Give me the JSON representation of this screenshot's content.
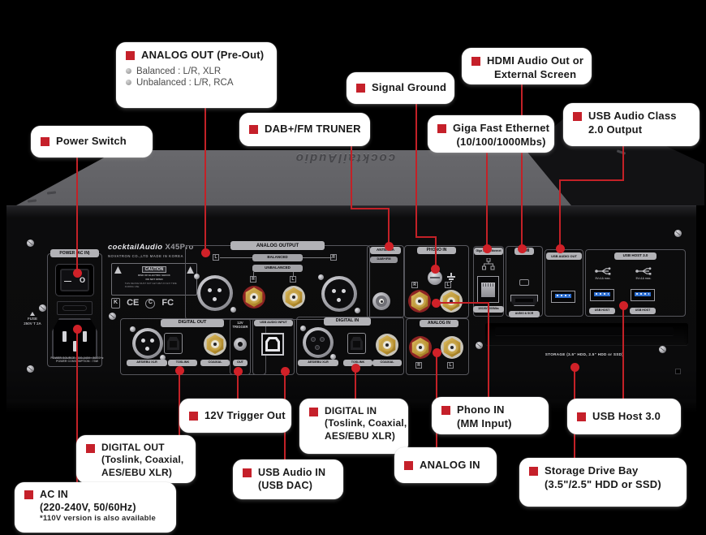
{
  "callouts": {
    "power_switch": {
      "title": "Power Switch"
    },
    "analog_out": {
      "title": "ANALOG OUT (Pre-Out)",
      "b1": "Balanced : L/R, XLR",
      "b2": "Unbalanced : L/R, RCA"
    },
    "dab_tuner": {
      "title": "DAB+/FM TRUNER"
    },
    "signal_ground": {
      "title": "Signal Ground"
    },
    "hdmi": {
      "line1": "HDMI Audio Out or",
      "line2": "External Screen"
    },
    "ethernet": {
      "line1": "Giga Fast Ethernet",
      "line2": "(10/100/1000Mbs)"
    },
    "usb_class": {
      "line1": "USB Audio Class",
      "line2": "2.0 Output"
    },
    "trigger": {
      "title": "12V Trigger Out"
    },
    "digital_out": {
      "line1": "DIGITAL OUT",
      "line2": "(Toslink, Coaxial,",
      "line3": "AES/EBU XLR)"
    },
    "usb_audio_in": {
      "line1": "USB Audio IN",
      "line2": "(USB DAC)"
    },
    "digital_in": {
      "line1": "DIGITAL IN",
      "line2": "(Toslink, Coaxial,",
      "line3": "AES/EBU XLR)"
    },
    "phono": {
      "line1": "Phono IN",
      "line2": "(MM Input)"
    },
    "analog_in": {
      "title": "ANALOG IN"
    },
    "usb_host": {
      "title": "USB Host 3.0"
    },
    "storage": {
      "line1": "Storage Drive Bay",
      "line2": "(3.5\"/2.5\" HDD or SSD)"
    },
    "ac_in": {
      "line1": "AC IN",
      "line2": "(220-240V, 50/60Hz)",
      "line3": "*110V version is also available"
    }
  },
  "panel": {
    "brand": "cocktailAudio",
    "model": "X45Pro",
    "brand_sub": "NOVATRON CO.,LTD    MADE IN KOREA",
    "top_logo": "cocktailAudio",
    "caution_title": "CAUTION",
    "caution_sub1": "RISK OF ELECTRIC SHOCK",
    "caution_sub2": "DO NOT OPEN",
    "caution_note": "THIS DEVICE MUST NOT GET WET AT ANY TIME DURING USE",
    "cert_kc": "K",
    "cert_ce": "CE",
    "cert_c": "C",
    "cert_fc": "FC",
    "power_badge": "POWER (AC IN)",
    "fuse_line1": "FUSE",
    "fuse_line2": "250V T 2A",
    "power_source": "POWER SOURCE : 220-240V~ 50/60Hz",
    "power_consumption": "POWER CONSUMPTION : 73W",
    "switch_on": "—",
    "switch_off": "O",
    "analog_output": {
      "header": "ANALOG OUTPUT",
      "balanced": "BALANCED",
      "unbalanced": "UNBALANCED",
      "xlr_left": "L",
      "xlr_right": "R",
      "rca_left": "R",
      "rca_right": "L"
    },
    "antenna": {
      "header": "ANTENNA",
      "badge": "DAB+/FM"
    },
    "phono": {
      "header": "PHONO IN",
      "left": "R",
      "right": "L"
    },
    "ethernet": {
      "header": "Giga Fast Ethernet",
      "badge": "10/100/1000Mbs"
    },
    "hdmi": {
      "header": "HDMI",
      "badge": "AUDIO & SCR"
    },
    "usb_audio_out": {
      "header": "USB AUDIO OUT"
    },
    "usb_host": {
      "header": "USB HOST 3.0",
      "port1_label": "5V=1A max.",
      "port2_label": "5V=1A max.",
      "port1_badge": "USB HOST",
      "port2_badge": "USB HOST"
    },
    "digital_out": {
      "header": "DIGITAL OUT",
      "xlr_badge": "AES/EBU XLR",
      "toslink_badge": "TOSLINK",
      "coax_badge": "COAXIAL"
    },
    "trigger": {
      "line1": "12V",
      "line2": "TRIGGER",
      "out_badge": "OUT"
    },
    "usb_audio_in": {
      "header": "USB AUDIO INPUT"
    },
    "digital_in": {
      "header": "DIGITAL IN",
      "xlr_badge": "AES/EBU XLR",
      "toslink_badge": "TOSLINK",
      "coax_badge": "COAXIAL"
    },
    "analog_in": {
      "header": "ANALOG IN",
      "left": "R",
      "right": "L"
    },
    "storage_text": "STORAGE (3.5\" HDD, 2.5\" HDD or SSD)"
  },
  "colors": {
    "accent_red": "#C5202A",
    "leader_red": "#C32127",
    "callout_bg": "#FFFFFF",
    "chassis_gray": "#737377",
    "panel_black": "#0B0B0C",
    "badge_gray": "#B2B2B6",
    "usb_blue": "#2E6FD0",
    "rca_gold": "#C9A23B"
  }
}
